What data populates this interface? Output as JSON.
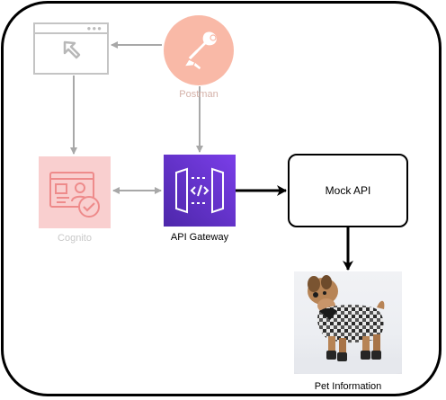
{
  "diagram": {
    "nodes": {
      "browser": {
        "icon": "browser-window-icon"
      },
      "postman": {
        "label": "Postman",
        "icon": "postman-logo-icon",
        "color": "#f9b9a7"
      },
      "cognito": {
        "label": "Cognito",
        "icon": "cognito-icon",
        "color": "#f9cfcf"
      },
      "api_gateway": {
        "label": "API Gateway",
        "icon": "api-gateway-icon",
        "color": "#6a32d6"
      },
      "mock_api": {
        "label": "Mock API"
      },
      "pet_info": {
        "label": "Pet Information",
        "icon": "dog-photo"
      }
    },
    "edges": [
      {
        "from": "postman",
        "to": "browser",
        "style": "faded"
      },
      {
        "from": "browser",
        "to": "cognito",
        "style": "faded"
      },
      {
        "from": "postman",
        "to": "api_gateway",
        "style": "faded"
      },
      {
        "from": "cognito",
        "to": "api_gateway",
        "style": "faded",
        "bidirectional": true
      },
      {
        "from": "api_gateway",
        "to": "mock_api",
        "style": "solid"
      },
      {
        "from": "mock_api",
        "to": "pet_info",
        "style": "solid"
      }
    ],
    "colors": {
      "faded_line": "#a8a8a8",
      "solid_line": "#000000",
      "faded_text": "#c8c8c8"
    }
  }
}
